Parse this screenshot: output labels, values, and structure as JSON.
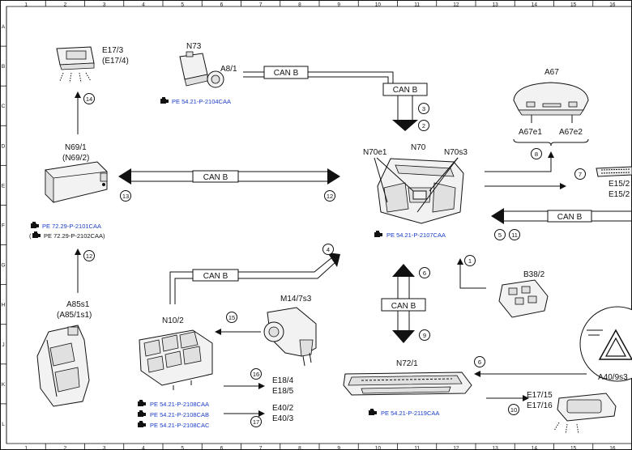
{
  "grid": {
    "columns": [
      "1",
      "2",
      "3",
      "4",
      "5",
      "6",
      "7",
      "8",
      "9",
      "10",
      "11",
      "12",
      "13",
      "14",
      "15",
      "16"
    ],
    "rows": [
      "A",
      "B",
      "C",
      "D",
      "E",
      "F",
      "G",
      "H",
      "J",
      "K",
      "L"
    ]
  },
  "components": {
    "e17_3": {
      "label": "E17/3",
      "alt": "(E17/4)"
    },
    "n73": {
      "label": "N73",
      "sub": "A8/1",
      "ref": "PE 54.21-P-2104CAA"
    },
    "a67": {
      "label": "A67",
      "sub1": "A67e1",
      "sub2": "A67e2"
    },
    "n69_1": {
      "label": "N69/1",
      "alt": "(N69/2)",
      "ref": "PE 72.29-P-2101CAA",
      "ref_alt": "PE 72.29-P-2102CAA)"
    },
    "n70": {
      "label": "N70",
      "sub1": "N70e1",
      "sub2": "N70s3",
      "ref": "PE 54.21-P-2107CAA"
    },
    "e15_2": {
      "label1": "E15/2",
      "label2": "E15/2"
    },
    "a85s1": {
      "label": "A85s1",
      "alt": "(A85/1s1)"
    },
    "n10_2": {
      "label": "N10/2",
      "ref1": "PE 54.21-P-2108CAA",
      "ref2": "PE 54.21-P-2108CAB",
      "ref3": "PE 54.21-P-2108CAC"
    },
    "m14_7s3": {
      "label": "M14/7s3"
    },
    "b38_2": {
      "label": "B38/2"
    },
    "n72_1": {
      "label": "N72/1",
      "ref": "PE 54.21-P-2119CAA"
    },
    "a40_9s3": {
      "label": "A40/9s3"
    },
    "e17_15": {
      "label1": "E17/15",
      "label2": "E17/16"
    },
    "e18": {
      "label1": "E18/4",
      "label2": "E18/5"
    },
    "e40": {
      "label1": "E40/2",
      "label2": "E40/3"
    }
  },
  "can_labels": {
    "top1": "CAN B",
    "top2": "CAN B",
    "middle": "CAN B",
    "right": "CAN B",
    "lower": "CAN B",
    "vertical": "CAN B"
  },
  "signal_numbers": {
    "s14": "14",
    "s3": "3",
    "s2": "2",
    "s8": "8",
    "s13": "13",
    "s12a": "12",
    "s7": "7",
    "s5": "5",
    "s11": "11",
    "s12b": "12",
    "s4": "4",
    "s1": "1",
    "s6a": "6",
    "s15": "15",
    "s9": "9",
    "s16": "16",
    "s6b": "6",
    "s17": "17",
    "s10": "10"
  },
  "colors": {
    "line": "#111111",
    "ref_link": "#1a3cc8",
    "part_fill": "#f2f2f2"
  },
  "icons": {
    "reference": "document-camera-icon"
  }
}
